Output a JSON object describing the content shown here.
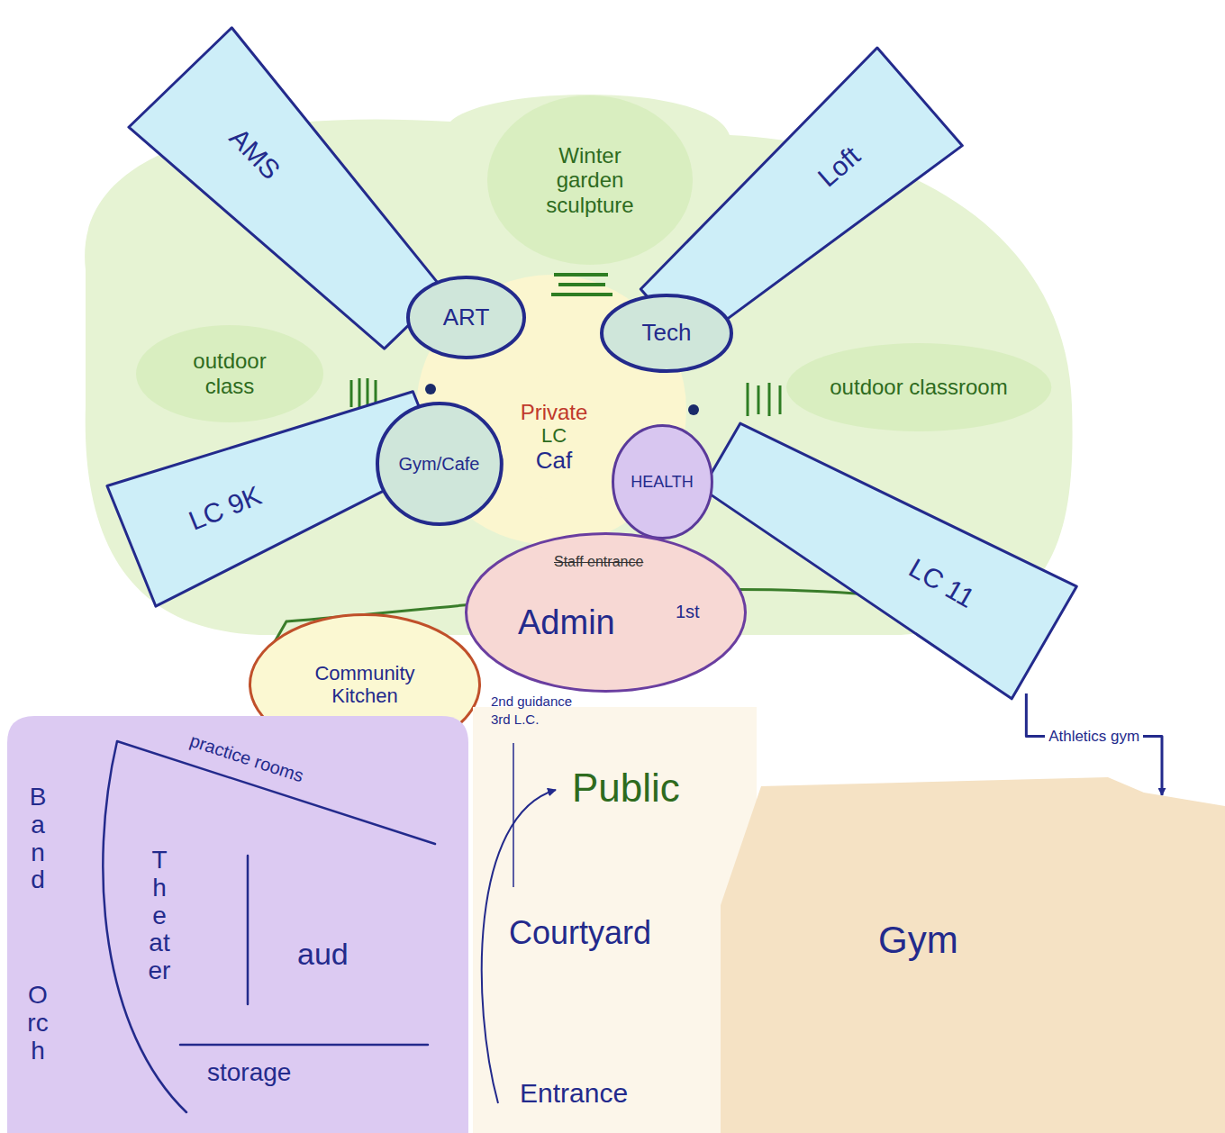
{
  "diagram": {
    "nodes": [
      {
        "text": [
          "Winter garden sculpture"
        ]
      },
      {
        "text": [
          "outdoor class"
        ]
      },
      {
        "text": [
          "outdoor classroom"
        ]
      },
      {
        "text": [
          "AMS"
        ]
      },
      {
        "text": [
          "Loft"
        ]
      },
      {
        "text": [
          "LC 9K"
        ]
      },
      {
        "text": [
          "LC 11"
        ]
      },
      {
        "text": [
          "ART"
        ]
      },
      {
        "text": [
          "Tech"
        ]
      },
      {
        "text": [
          "Gym/Cafe"
        ]
      },
      {
        "text": [
          "HEALTH"
        ]
      },
      {
        "text": [
          "Private",
          "LC",
          "Caf"
        ]
      },
      {
        "text": [
          "Staff entrance",
          "Admin",
          "1st"
        ]
      },
      {
        "text": [
          "Community Kitchen"
        ]
      },
      {
        "text": [
          "Band",
          "Orch"
        ]
      },
      {
        "text": [
          "practice rooms",
          "Theater",
          "aud",
          "storage"
        ],
        "in": 14
      },
      {
        "text": [
          "Public",
          "Courtyard",
          "Entrance"
        ]
      },
      {
        "text": [
          "Gym"
        ]
      }
    ],
    "edges": [
      {
        "from": 6,
        "to": 17,
        "arrow": "to",
        "label": "Athletics gym"
      }
    ],
    "labels": [
      "2nd guidance",
      "3rd L.C."
    ]
  }
}
